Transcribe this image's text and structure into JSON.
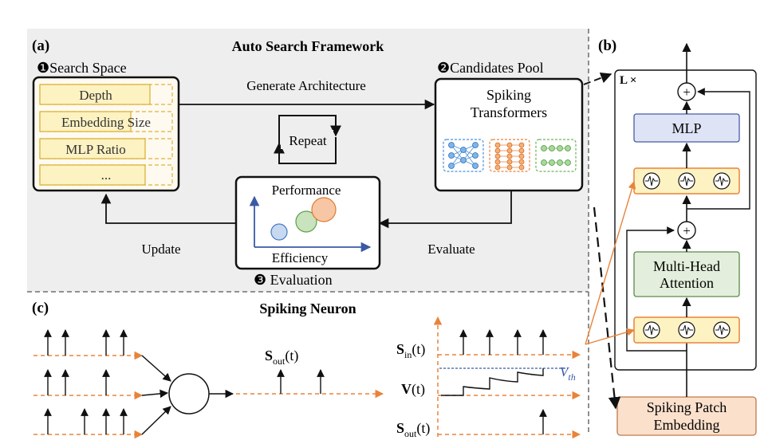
{
  "panel_a": {
    "label": "(a)",
    "title": "Auto Search Framework",
    "search_space": {
      "heading": "❶Search Space",
      "items": [
        "Depth",
        "Embedding Size",
        "MLP Ratio",
        "..."
      ]
    },
    "generate_label": "Generate Architecture",
    "repeat_label": "Repeat",
    "candidates": {
      "heading": "❷Candidates Pool",
      "line1": "Spiking",
      "line2": "Transformers"
    },
    "evaluation": {
      "performance": "Performance",
      "efficiency": "Efficiency",
      "caption": "❸ Evaluation"
    },
    "update_label": "Update",
    "evaluate_label": "Evaluate"
  },
  "panel_b": {
    "label": "(b)",
    "loop_label": "L ×",
    "mlp": "MLP",
    "mha_line1": "Multi-Head",
    "mha_line2": "Attention",
    "embed_line1": "Spiking Patch",
    "embed_line2": "Embedding",
    "plus": "+"
  },
  "panel_c": {
    "label": "(c)",
    "title": "Spiking Neuron",
    "sout_out": {
      "main": "S",
      "sub": "out",
      "arg": "(t)"
    },
    "sin": {
      "main": "S",
      "sub": "in",
      "arg": "(t)"
    },
    "vt": "V(t)",
    "vth": {
      "main": "V",
      "sub": "th"
    },
    "sout": {
      "main": "S",
      "sub": "out",
      "arg": "(t)"
    }
  },
  "colors": {
    "panel_gray": "#eeeeee",
    "yellow_fill": "#fdf2c2",
    "yellow_stroke": "#d9b33a",
    "orange": "#e8833a",
    "blue_fill": "#dee4f5",
    "green_fill": "#e3efdc",
    "peach_fill": "#fbe0cc",
    "dark_blue": "#3a5aa6"
  }
}
